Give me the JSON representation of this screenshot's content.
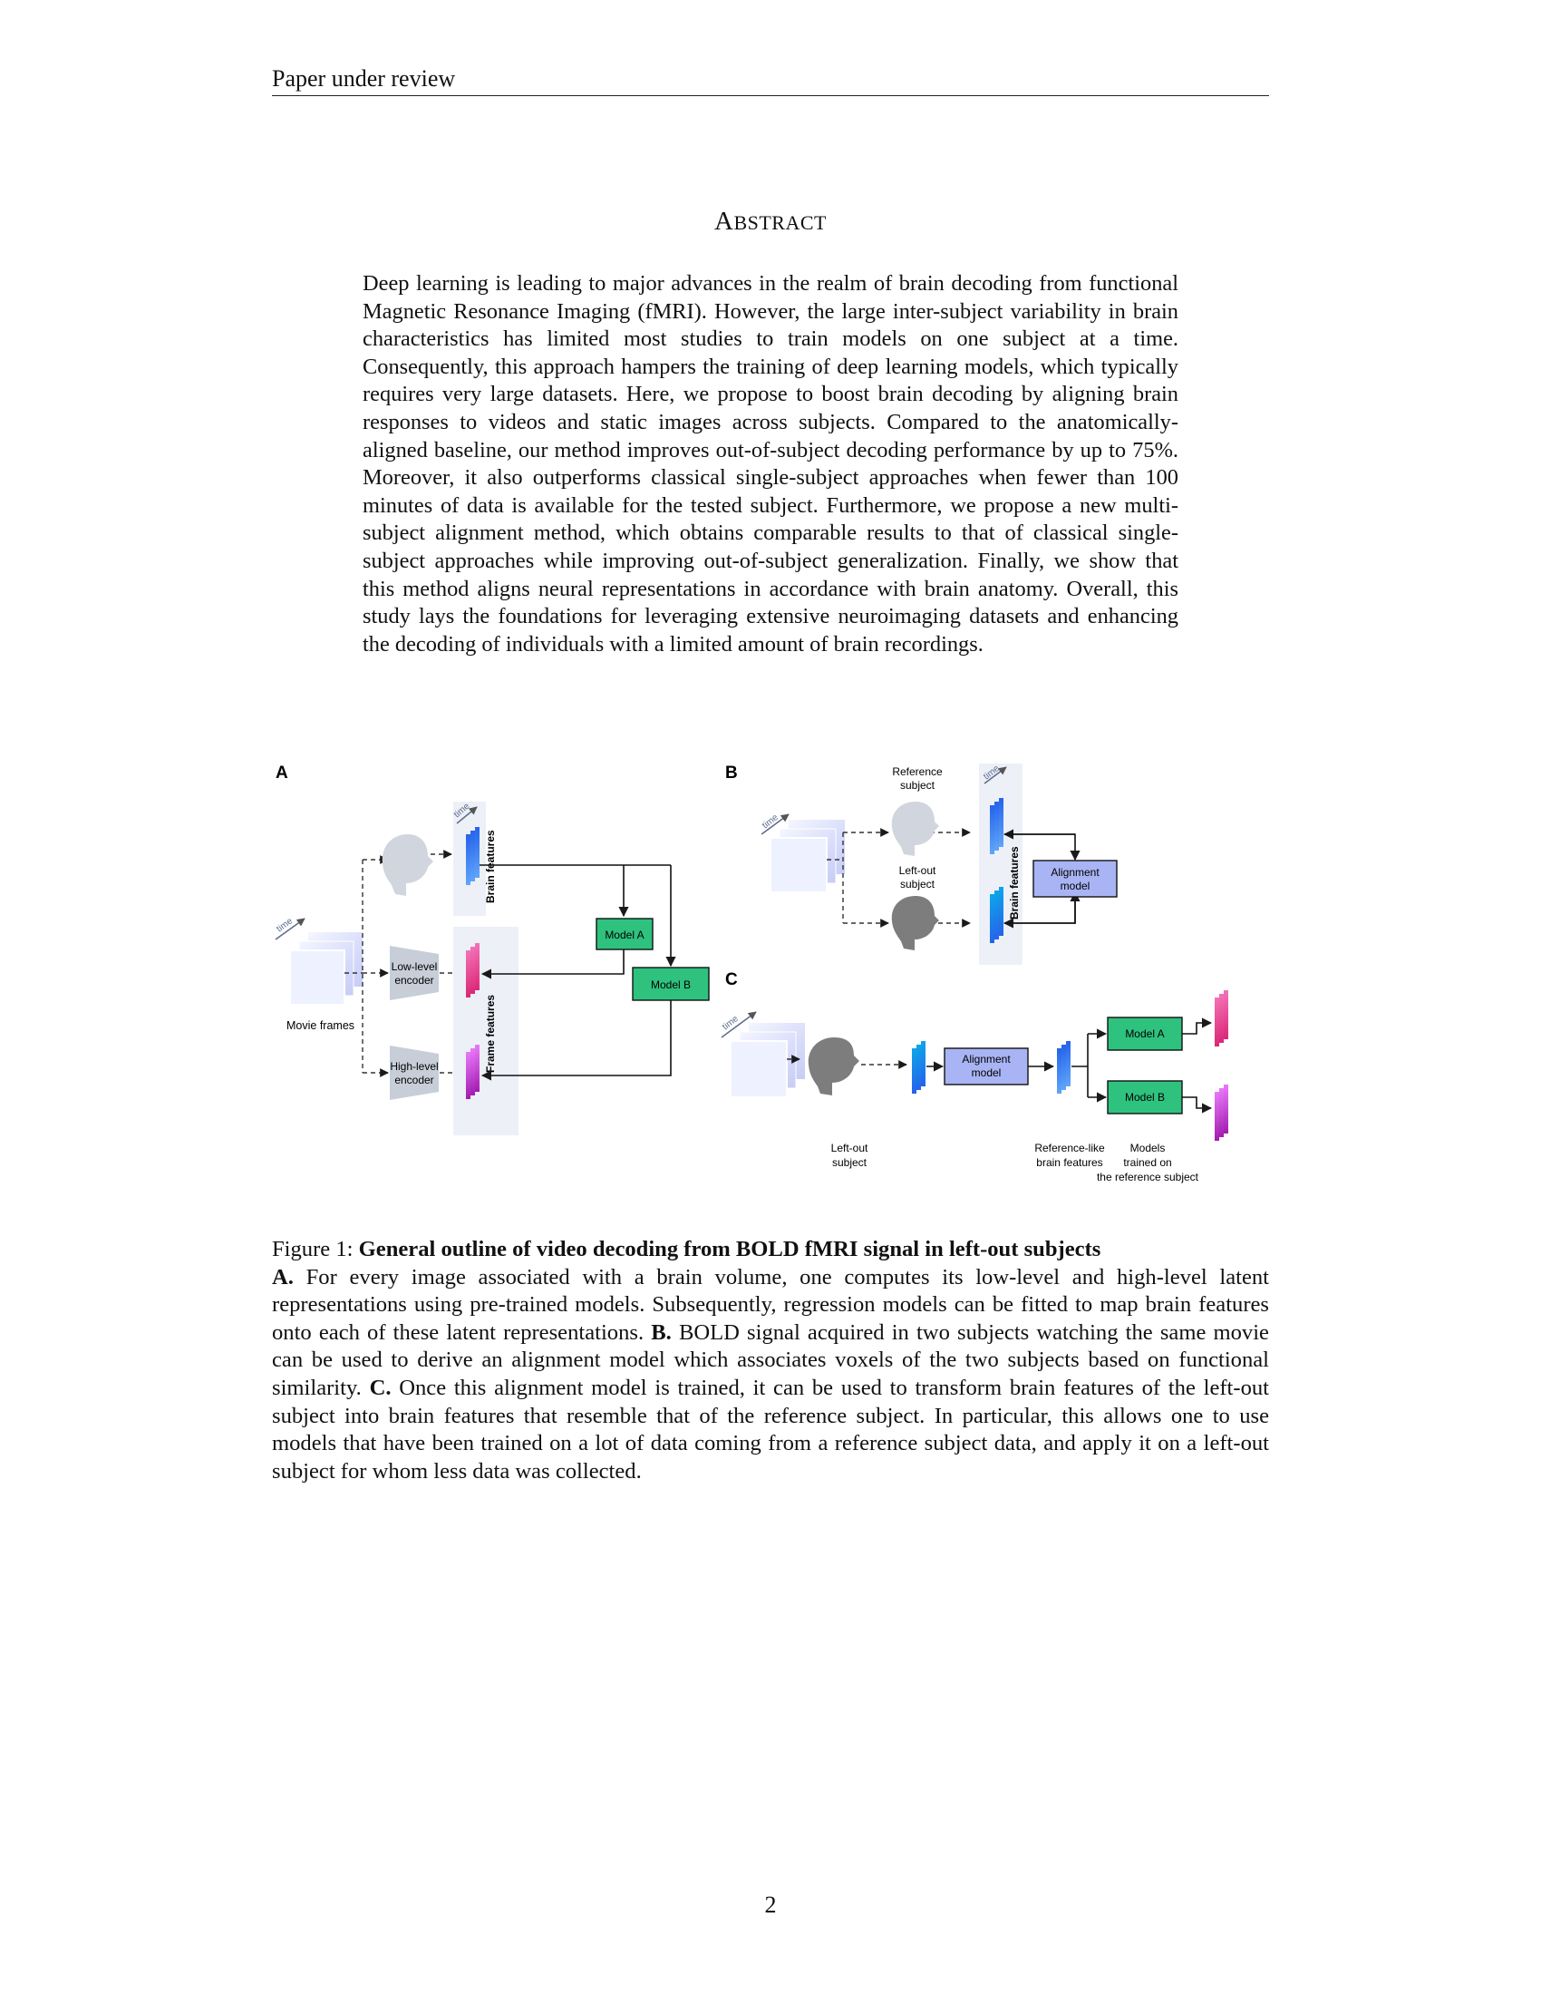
{
  "header": {
    "running_head": "Paper under review"
  },
  "abstract": {
    "title": "Abstract",
    "text": "Deep learning is leading to major advances in the realm of brain decoding from functional Magnetic Resonance Imaging (fMRI). However, the large inter-subject variability in brain characteristics has limited most studies to train models on one subject at a time. Consequently, this approach hampers the training of deep learning models, which typically requires very large datasets. Here, we propose to boost brain decoding by aligning brain responses to videos and static images across subjects. Compared to the anatomically-aligned baseline, our method im­proves out-of-subject decoding performance by up to 75%. Moreover, it also outperforms classical single-subject approaches when fewer than 100 minutes of data is available for the tested subject. Furthermore, we propose a new multi­subject alignment method, which obtains comparable results to that of classi­cal single-subject approaches while improving out-of-subject generalization. Fi­nally, we show that this method aligns neural representations in accordance with brain anatomy. Overall, this study lays the foundations for leveraging extensive neuroimaging datasets and enhancing the decoding of individuals with a limited amount of brain recordings."
  },
  "figure": {
    "panel_a": {
      "letter": "A",
      "time": "time",
      "movie_frames": "Movie frames",
      "low_level_1": "Low-level",
      "low_level_2": "encoder",
      "high_level_1": "High-level",
      "high_level_2": "encoder",
      "brain_features": "Brain features",
      "frame_features": "Frame features",
      "model_a": "Model A",
      "model_b": "Model B"
    },
    "panel_b": {
      "letter": "B",
      "time": "time",
      "reference_1": "Reference",
      "reference_2": "subject",
      "leftout_1": "Left-out",
      "leftout_2": "subject",
      "brain_features": "Brain features",
      "alignment_1": "Alignment",
      "alignment_2": "model"
    },
    "panel_c": {
      "letter": "C",
      "time": "time",
      "alignment_1": "Alignment",
      "alignment_2": "model",
      "model_a": "Model A",
      "model_b": "Model B",
      "leftout_1": "Left-out",
      "leftout_2": "subject",
      "reflike_1": "Reference-like",
      "reflike_2": "brain features",
      "models_1": "Models",
      "models_2": "trained on",
      "models_3": "the reference subject"
    },
    "colors": {
      "model_green": "#2ec27e",
      "alignment_blue": "#a9b4f4",
      "blue_feature": "#3b82f6",
      "pink_feature": "#ec4899",
      "magenta_feature": "#d946ef",
      "panel_bg": "#edf0f7"
    }
  },
  "caption": {
    "label": "Figure 1:",
    "title": "General outline of video decoding from BOLD fMRI signal in left-out subjects",
    "a_letter": "A.",
    "a_text": "For every image associated with a brain volume, one computes its low-level and high-level latent representations using pre-trained models. Subsequently, regression models can be fitted to map brain features onto each of these latent representations.",
    "b_letter": "B.",
    "b_text": "BOLD signal acquired in two subjects watching the same movie can be used to derive an alignment model which associates voxels of the two subjects based on functional similarity.",
    "c_letter": "C.",
    "c_text": "Once this alignment model is trained, it can be used to transform brain features of the left-out subject into brain features that resemble that of the reference subject. In particular, this allows one to use models that have been trained on a lot of data coming from a reference subject data, and apply it on a left-out subject for whom less data was collected."
  },
  "footer": {
    "page_number": "2"
  }
}
